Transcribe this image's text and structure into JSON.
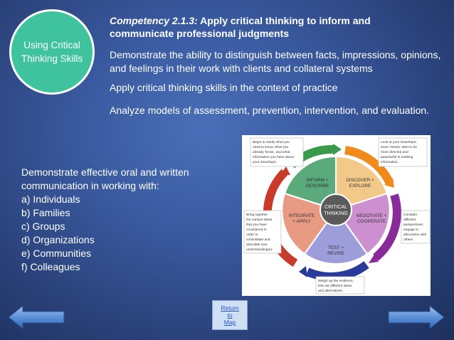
{
  "badge": {
    "label_line1": "Using Critical",
    "label_line2": "Thinking Skills"
  },
  "competency": {
    "lead": "Competency 2.1.3:",
    "text": "Apply critical thinking to inform and communicate professional judgments"
  },
  "bullets": [
    "Demonstrate the ability to distinguish between facts, impressions, opinions, and feelings in their work with clients and collateral systems",
    "Apply critical thinking skills in the context of practice",
    "Analyze models of assessment, prevention, intervention, and evaluation."
  ],
  "left_block": {
    "intro_line1": "Demonstrate effective oral and written",
    "intro_line2": "communication in working with:",
    "items": [
      "a) Individuals",
      "b) Families",
      "c) Groups",
      "d) Organizations",
      "e) Communities",
      "f) Colleagues"
    ]
  },
  "diagram": {
    "center": [
      "CRITICAL",
      "THINKING"
    ],
    "segments": {
      "inform": [
        "INFORM +",
        "DESCRIBE"
      ],
      "discover": [
        "DISCOVER +",
        "EXPLORE"
      ],
      "negotiate": [
        "NEGOTIATE +",
        "COOPERATE"
      ],
      "test": [
        "TEST +",
        "REVISE"
      ],
      "integrate": [
        "INTEGRATE",
        "+ APPLY"
      ]
    },
    "notes": {
      "top_left": [
        "Begin to clarify what you",
        "need to know, what you",
        "already 'know', and what",
        "information you have about",
        "your issue/topic."
      ],
      "top_right": [
        "Look at your issue/topic",
        "more closely: start to be",
        "more directed and",
        "purposeful in seeking",
        "information."
      ],
      "left": [
        "Bring together",
        "the various ideas",
        "that you have",
        "considered in",
        "order to",
        "consolidate and",
        "articulate new",
        "understanding(s)."
      ],
      "right": [
        "Consider",
        "different",
        "perspectives:",
        "engage in",
        "discussion with",
        "others."
      ],
      "bottom": [
        "Weigh up the evidence,",
        "test out different ideas",
        "and alternatives."
      ]
    },
    "colors": {
      "inform": "#5aaa7c",
      "discover": "#f3c98a",
      "negotiate": "#cc8fd0",
      "test": "#9d9ddc",
      "integrate": "#e89a82",
      "center": "#5a5a5a",
      "arrow_green": "#3a9a4a",
      "arrow_orange": "#f08a1a",
      "arrow_purple": "#8a2a9a",
      "arrow_blue": "#2a3a9a",
      "arrow_red": "#c83a2a"
    }
  },
  "return_button": {
    "line1": "Return",
    "line2": "to",
    "line3": "Map"
  },
  "nav": {
    "back_icon": "left-arrow-icon",
    "forward_icon": "right-arrow-icon"
  }
}
